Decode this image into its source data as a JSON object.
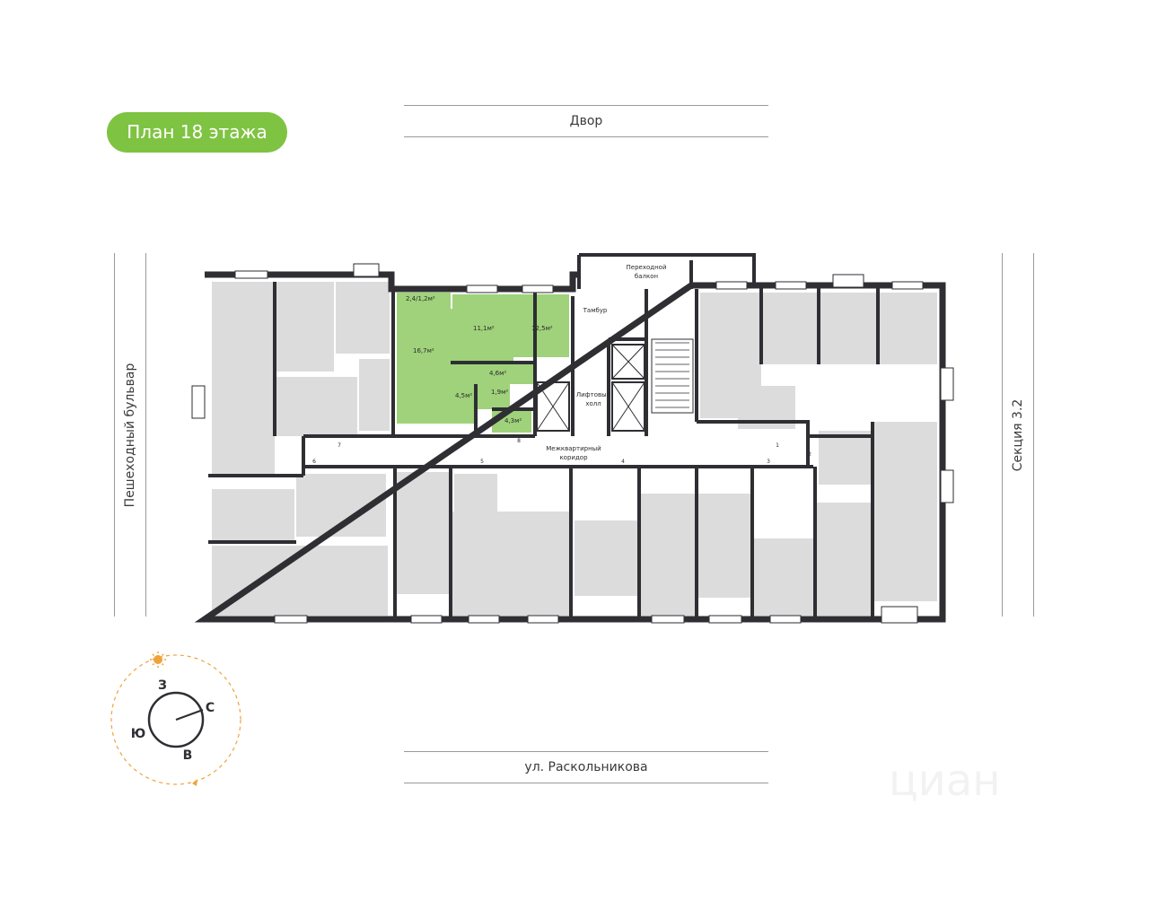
{
  "badge": {
    "label": "План 18 этажа",
    "color": "#7fc342"
  },
  "streets": {
    "top": "Двор",
    "bottom": "ул. Раскольникова",
    "left": "Пешеходный бульвар",
    "right": "Секция 3.2"
  },
  "plan": {
    "highlight_color": "#9fd27a",
    "room_color": "#dcdcdc",
    "wall_color": "#2e2e33",
    "apartment_rooms": [
      {
        "id": "balcony",
        "area": "2,4/1,2м²"
      },
      {
        "id": "living",
        "area": "16,7м²"
      },
      {
        "id": "bedroom-1",
        "area": "11,1м²"
      },
      {
        "id": "bedroom-2",
        "area": "12,5м²"
      },
      {
        "id": "hall",
        "area": "4,6м²"
      },
      {
        "id": "bathroom",
        "area": "4,5м²"
      },
      {
        "id": "wc",
        "area": "1,9м²"
      },
      {
        "id": "entry",
        "area": "4,3м²"
      }
    ],
    "common_labels": {
      "passage_balcony": [
        "Переходной",
        "балкон"
      ],
      "vestibule": "Тамбур",
      "elevator_hall": [
        "Лифтовый",
        "холл"
      ],
      "corridor": [
        "Межквартирный",
        "коридор"
      ]
    },
    "door_numbers": [
      "1",
      "2",
      "3",
      "4",
      "5",
      "6",
      "7",
      "8"
    ]
  },
  "compass": {
    "north": "С",
    "south": "Ю",
    "east": "В",
    "west": "З",
    "sun_icon": "sun-icon",
    "accent_color": "#f0a33a"
  },
  "watermark": "циан"
}
